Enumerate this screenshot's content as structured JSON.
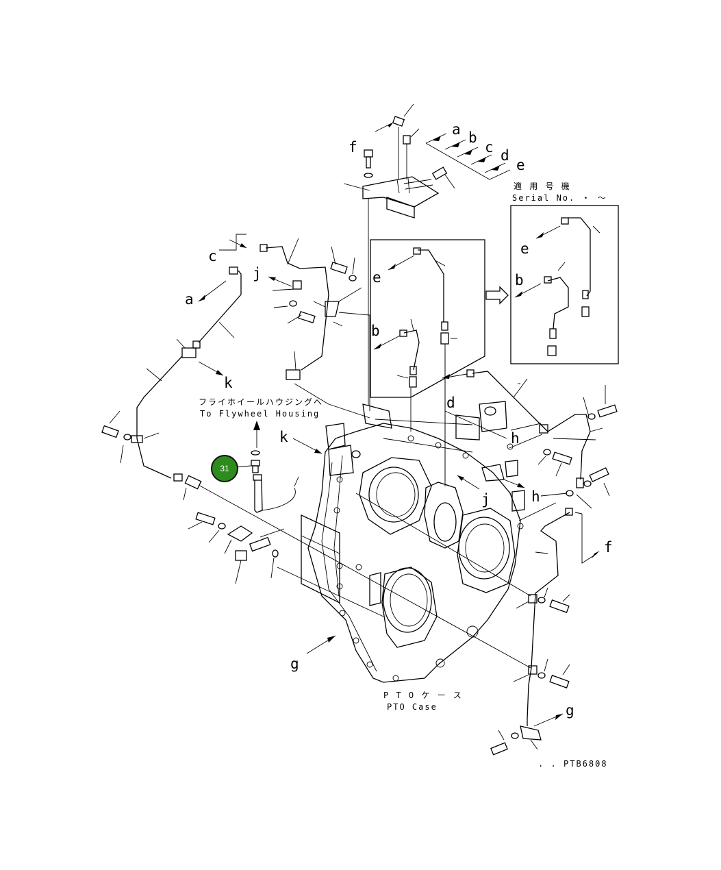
{
  "labels": {
    "f_top": "f",
    "a_top": "a",
    "b_top": "b",
    "c_top": "c",
    "d_top": "d",
    "e_top": "e",
    "c_left": "c",
    "j_left": "j",
    "a_left": "a",
    "e_mid": "e",
    "b_mid": "b",
    "e_inset": "e",
    "b_inset": "b",
    "k_left": "k",
    "k_mid": "k",
    "d_mid": "d",
    "h_upper": "h",
    "h_lower": "h",
    "j_mid": "j",
    "f_right": "f",
    "g_left": "g",
    "g_right": "g"
  },
  "serial": {
    "jp": "適 用 号 機",
    "en": "Serial No.  ・  ～"
  },
  "flywheel": {
    "jp": "フライホイールハウジングへ",
    "en": "To Flywheel Housing"
  },
  "pto": {
    "jp": "P T O ケ ー ス",
    "en": "PTO Case"
  },
  "drawing_code": "PTB6808",
  "code_prefix": ". .",
  "callout": {
    "number": "31",
    "color": "#2e8b1e",
    "border": "#111111"
  }
}
